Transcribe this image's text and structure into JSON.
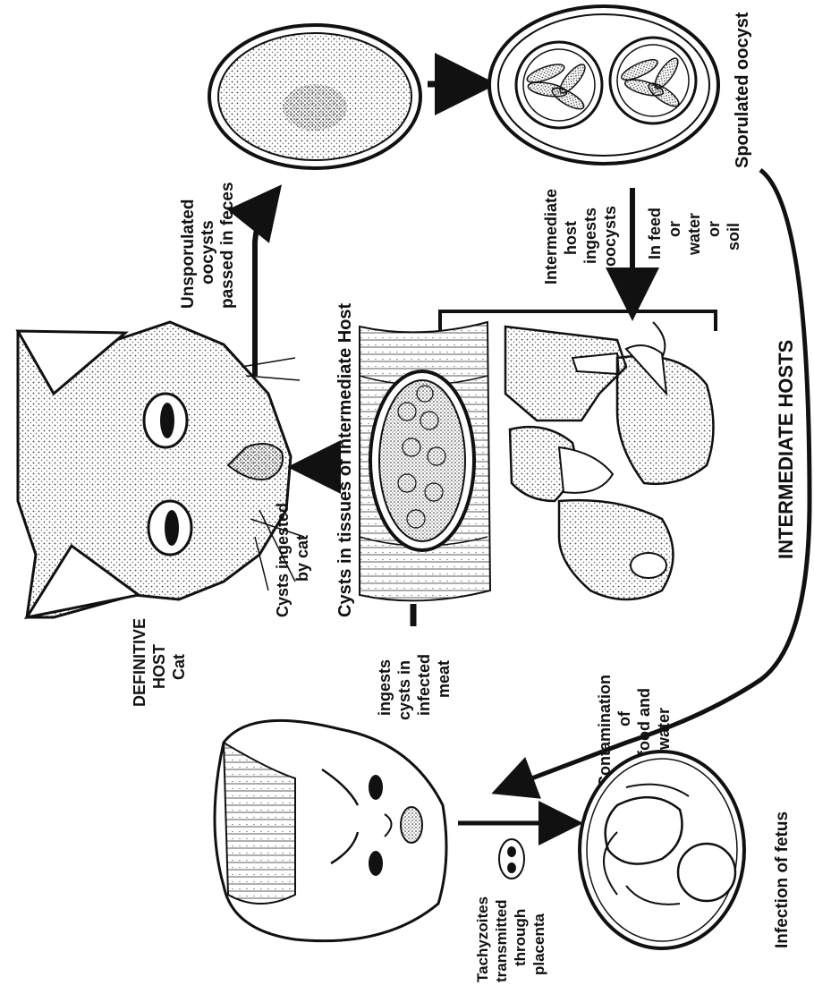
{
  "labels": {
    "sporulated": "Sporulated oocyst",
    "unsporulated": [
      "Unsporulated",
      "oocysts",
      "passed in feces"
    ],
    "intermediate_ingests": [
      "Intermediate",
      "host",
      "ingests",
      "oocysts"
    ],
    "feed_water_soil": [
      "In feed",
      "or",
      "water",
      "or",
      "soil"
    ],
    "cysts_tissues": "Cysts in tissues of Intermediate Host",
    "cysts_ingested": [
      "Cysts ingested",
      "by cat"
    ],
    "definitive": [
      "DEFINITIVE",
      "HOST",
      "Cat"
    ],
    "ingests_meat": [
      "ingests",
      "cysts in",
      "infected",
      "meat"
    ],
    "intermediate_hosts": "INTERMEDIATE HOSTS",
    "contamination": [
      "Contamination",
      "of",
      "food and",
      "water"
    ],
    "tachyzoites": [
      "Tachyzoites",
      "transmitted",
      "through",
      "placenta"
    ],
    "infection_fetus": "Infection of fetus"
  },
  "icons": {
    "cat": "cat-head-icon",
    "human": "woman-head-icon",
    "fetus": "fetus-icon",
    "animals": "intermediate-host-animals-icon",
    "cyst": "tissue-cyst-icon"
  },
  "colors": {
    "ink": "#111111",
    "paper": "#ffffff",
    "stipple": "#555555"
  }
}
